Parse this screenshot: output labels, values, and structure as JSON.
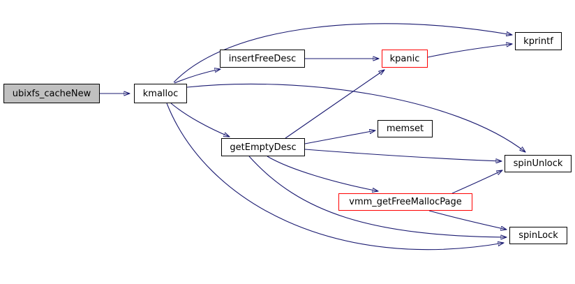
{
  "diagram": {
    "kind": "call-graph",
    "root_function": "ubixfs_cacheNew",
    "colors": {
      "background": "#ffffff",
      "edge": "#191970",
      "node_border": "#000000",
      "node_fill": "#ffffff",
      "root_node_fill": "#c0c0c0",
      "truncated_node_border": "#ff0000",
      "text": "#000000"
    },
    "nodes": [
      {
        "id": "ubixfs_cacheNew",
        "label": "ubixfs_cacheNew",
        "role": "root"
      },
      {
        "id": "kmalloc",
        "label": "kmalloc",
        "role": "function"
      },
      {
        "id": "insertFreeDesc",
        "label": "insertFreeDesc",
        "role": "function"
      },
      {
        "id": "kpanic",
        "label": "kpanic",
        "role": "truncated"
      },
      {
        "id": "kprintf",
        "label": "kprintf",
        "role": "function"
      },
      {
        "id": "getEmptyDesc",
        "label": "getEmptyDesc",
        "role": "function"
      },
      {
        "id": "memset",
        "label": "memset",
        "role": "function"
      },
      {
        "id": "spinUnlock",
        "label": "spinUnlock",
        "role": "function"
      },
      {
        "id": "vmm_getFreeMallocPage",
        "label": "vmm_getFreeMallocPage",
        "role": "truncated"
      },
      {
        "id": "spinLock",
        "label": "spinLock",
        "role": "function"
      }
    ],
    "edges": [
      {
        "from": "ubixfs_cacheNew",
        "to": "kmalloc"
      },
      {
        "from": "kmalloc",
        "to": "insertFreeDesc"
      },
      {
        "from": "kmalloc",
        "to": "kprintf"
      },
      {
        "from": "kmalloc",
        "to": "getEmptyDesc"
      },
      {
        "from": "kmalloc",
        "to": "spinUnlock"
      },
      {
        "from": "kmalloc",
        "to": "spinLock"
      },
      {
        "from": "insertFreeDesc",
        "to": "kpanic"
      },
      {
        "from": "kpanic",
        "to": "kprintf"
      },
      {
        "from": "getEmptyDesc",
        "to": "kpanic"
      },
      {
        "from": "getEmptyDesc",
        "to": "memset"
      },
      {
        "from": "getEmptyDesc",
        "to": "spinUnlock"
      },
      {
        "from": "getEmptyDesc",
        "to": "vmm_getFreeMallocPage"
      },
      {
        "from": "getEmptyDesc",
        "to": "spinLock"
      },
      {
        "from": "vmm_getFreeMallocPage",
        "to": "spinUnlock"
      },
      {
        "from": "vmm_getFreeMallocPage",
        "to": "spinLock"
      }
    ]
  }
}
